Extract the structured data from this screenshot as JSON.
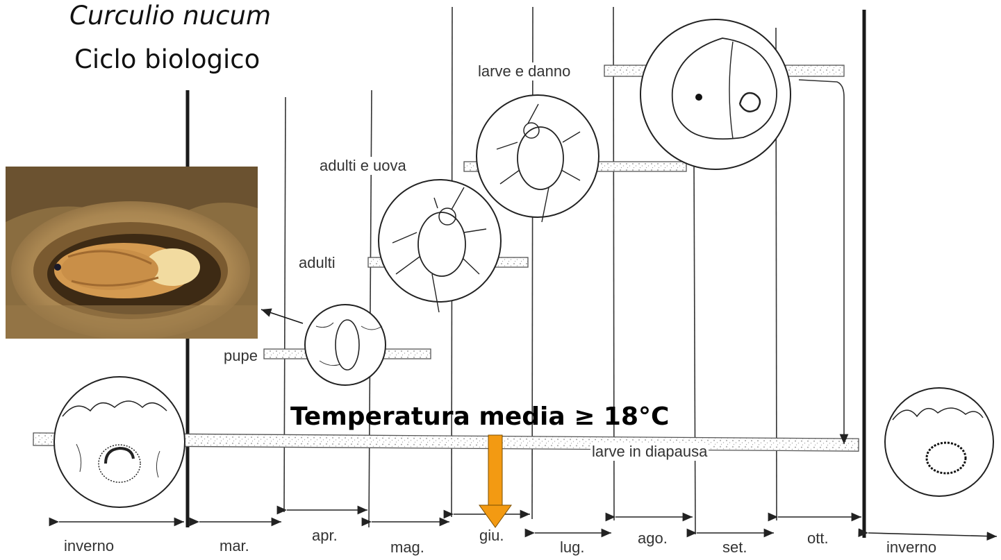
{
  "title": {
    "species": "Curculio nucum",
    "subtitle": "Ciclo biologico"
  },
  "stages": {
    "larve_danno": "larve e danno",
    "adulti_uova": "adulti e uova",
    "adulti": "adulti",
    "pupe": "pupe",
    "larve_diapausa": "larve in diapausa"
  },
  "months": [
    "inverno",
    "mar.",
    "apr.",
    "mag.",
    "giu.",
    "lug.",
    "ago.",
    "set.",
    "ott.",
    "inverno"
  ],
  "annotation": {
    "temperature": "Temperatura media ≥ 18°C",
    "arrow_color": "#f39a12"
  },
  "icons": [
    "larva-in-soil-icon",
    "pupa-icon",
    "weevil-adult-icon",
    "weevil-laying-eggs-icon",
    "hazelnut-damage-icon",
    "larva-diapause-icon",
    "pupa-photo"
  ]
}
